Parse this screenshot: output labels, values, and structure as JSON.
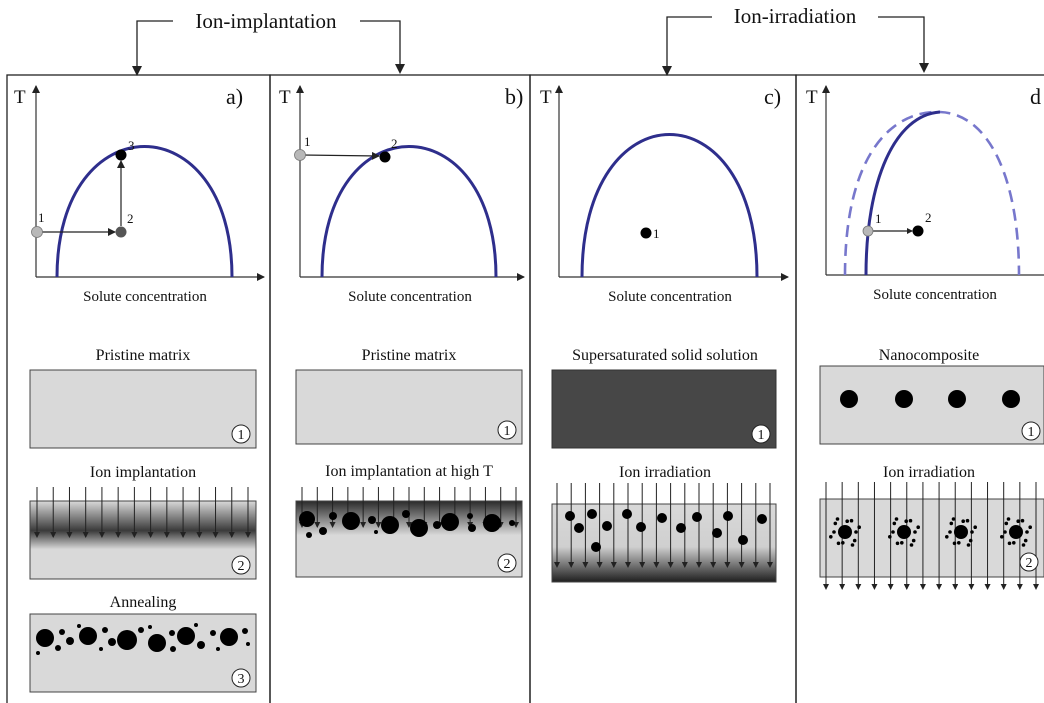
{
  "headers": {
    "left": "Ion-implantation",
    "right": "Ion-irradiation"
  },
  "panels": [
    {
      "label": "a)",
      "y_axis": "T",
      "x_axis": "Solute concentration",
      "points": [
        "1",
        "2",
        "3"
      ],
      "steps": [
        {
          "caption": "Pristine matrix",
          "number": "1"
        },
        {
          "caption": "Ion implantation",
          "number": "2"
        },
        {
          "caption": "Annealing",
          "number": "3"
        }
      ]
    },
    {
      "label": "b)",
      "y_axis": "T",
      "x_axis": "Solute concentration",
      "points": [
        "1",
        "2"
      ],
      "steps": [
        {
          "caption": "Pristine matrix",
          "number": "1"
        },
        {
          "caption": "Ion implantation at high T",
          "number": "2"
        }
      ]
    },
    {
      "label": "c)",
      "y_axis": "T",
      "x_axis": "Solute concentration",
      "points": [
        "1"
      ],
      "steps": [
        {
          "caption": "Supersaturated solid solution",
          "number": "1"
        },
        {
          "caption": "Ion irradiation",
          "number": ""
        }
      ]
    },
    {
      "label": "d",
      "y_axis": "T",
      "x_axis": "Solute concentration",
      "points": [
        "1",
        "2"
      ],
      "steps": [
        {
          "caption": "Nanocomposite",
          "number": "1"
        },
        {
          "caption": "Ion irradiation",
          "number": "2"
        }
      ]
    }
  ],
  "colors": {
    "solvus_curve": "#2e2e8c",
    "shifted_solvus_dashed": "#7777cc",
    "matrix_fill": "#d9d9d9",
    "dark_matrix_fill": "#474747",
    "precipitate": "#000000",
    "start_point": "#b8b8b8"
  }
}
